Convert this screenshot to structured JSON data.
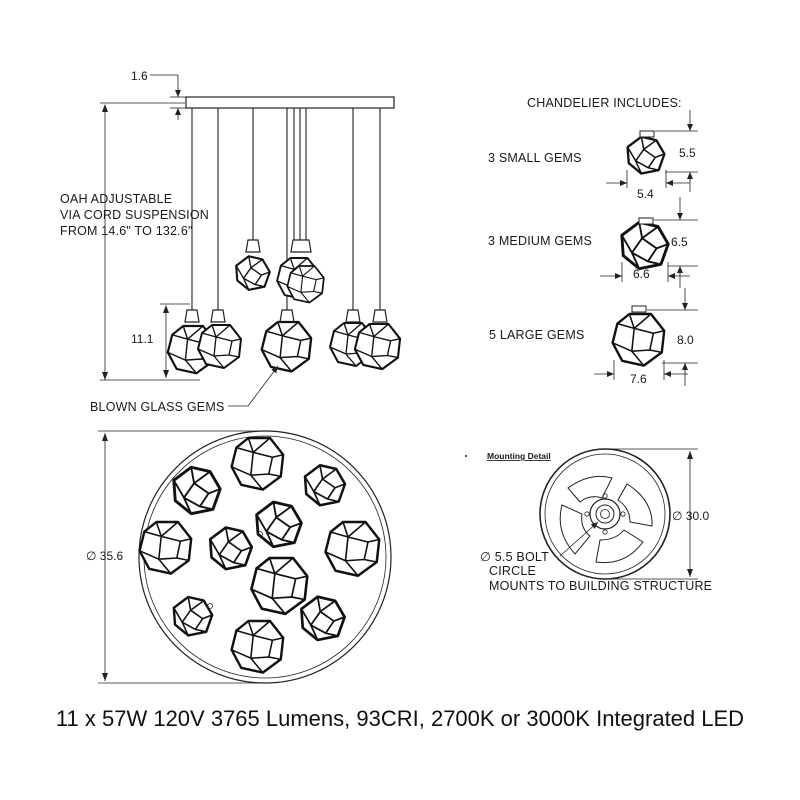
{
  "elevation": {
    "canopy_height_label": "1.6",
    "oah_note": [
      "OAH ADJUSTABLE",
      "VIA CORD SUSPENSION",
      "FROM 14.6\" TO 132.6\""
    ],
    "pendant_drop_label": "11.1",
    "gems_callout": "BLOWN GLASS GEMS"
  },
  "includes": {
    "heading": "CHANDELIER INCLUDES:",
    "items": [
      {
        "label": "3 SMALL GEMS",
        "height": "5.5",
        "width": "5.4"
      },
      {
        "label": "3 MEDIUM GEMS",
        "height": "6.5",
        "width": "6.6"
      },
      {
        "label": "5 LARGE GEMS",
        "height": "8.0",
        "width": "7.6"
      }
    ]
  },
  "plan_view": {
    "diameter_label": "∅ 35.6"
  },
  "mounting": {
    "title": "Mounting Detail",
    "diameter_label": "∅ 30.0",
    "bolt_circle_label": "∅ 5.5 BOLT",
    "circle_word": "CIRCLE",
    "mounts_note": "MOUNTS TO BUILDING STRUCTURE"
  },
  "spec_line": "11 x 57W 120V 3765 Lumens, 93CRI, 2700K or 3000K Integrated LED"
}
